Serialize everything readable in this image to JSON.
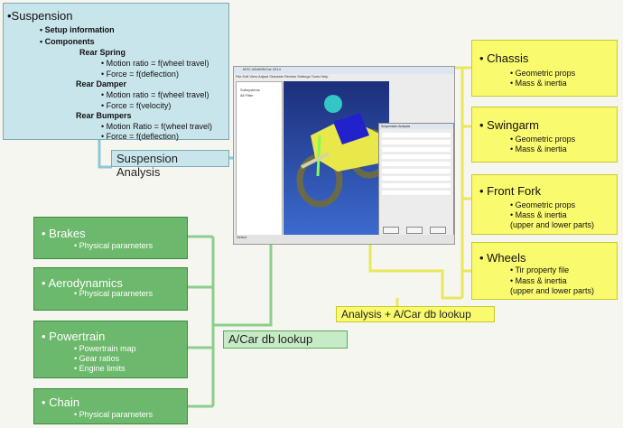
{
  "suspension": {
    "title": "•Suspension",
    "setup": "• Setup information",
    "components": "• Components",
    "rear_spring": "Rear Spring",
    "rs_1": "• Motion ratio = f(wheel travel)",
    "rs_2": "• Force = f(deflection)",
    "rear_damper": "Rear Damper",
    "rd_1": "• Motion ratio = f(wheel travel)",
    "rd_2": "• Force = f(velocity)",
    "rear_bumpers": "Rear Bumpers",
    "rb_1": "• Motion Ratio = f(wheel travel)",
    "rb_2": "• Force = f(deflection)",
    "label": "Suspension Analysis"
  },
  "right": {
    "chassis": {
      "title": "• Chassis",
      "b1": "• Geometric props",
      "b2": "• Mass & inertia"
    },
    "swingarm": {
      "title": "• Swingarm",
      "b1": "• Geometric props",
      "b2": "• Mass & inertia"
    },
    "fork": {
      "title": "• Front Fork",
      "b1": "• Geometric props",
      "b2": "• Mass & inertia",
      "b3": "(upper and lower parts)"
    },
    "wheels": {
      "title": "• Wheels",
      "b1": "• Tir property file",
      "b2": "• Mass & inertia",
      "b3": "(upper and lower parts)"
    },
    "label": "Analysis + A/Car db lookup"
  },
  "left": {
    "brakes": {
      "title": "• Brakes",
      "b1": "• Physical parameters"
    },
    "aero": {
      "title": "• Aerodynamics",
      "b1": "• Physical parameters"
    },
    "powertrain": {
      "title": "• Powertrain",
      "b1": "• Powertrain map",
      "b2": "• Gear ratios",
      "b3": "• Engine limits"
    },
    "chain": {
      "title": "• Chain",
      "b1": "• Physical parameters"
    },
    "label": "A/Car db lookup"
  },
  "screenshot": {
    "window_title": "MSC.ADAMS/Car 2014",
    "menu": "File  Edit  View  Adjust  Simulate  Review  Settings  Tools  Help",
    "tree_1": "Subsystems",
    "tree_2": "All Filter",
    "dialog_title": "Suspension Analysis",
    "status": "Select"
  },
  "colors": {
    "blue": "#c9e5ec",
    "yellow": "#fafa6e",
    "green": "#6cb86c"
  }
}
